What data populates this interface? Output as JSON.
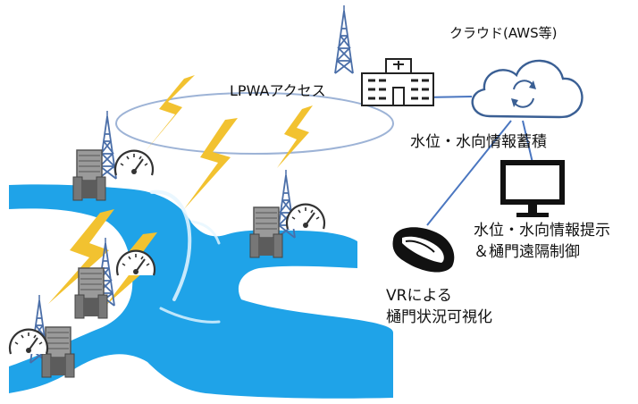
{
  "labels": {
    "lpwa": "LPWAアクセス",
    "cloud": "クラウド(AWS等)",
    "storage": "水位・水向情報蓄積",
    "presentation_line1": "水位・水向情報提示",
    "presentation_line2": "＆樋門遠隔制御",
    "vr_line1": "VRによる",
    "vr_line2": "樋門状況可視化"
  },
  "colors": {
    "river": "#1FA3E8",
    "river_highlight": "#E6F6FF",
    "lightning": "#F2C230",
    "tower": "#4A6EA8",
    "link_line": "#4A76C0",
    "ellipse": "#9DB3D6",
    "cloud_stroke": "#3A5F94",
    "monitor": "#111111",
    "gauge": "#333333",
    "gate": "#6A6A6A"
  },
  "icons": {
    "towers": "radio-tower-icon",
    "building": "office-building-icon",
    "cloud": "cloud-sync-icon",
    "monitor": "monitor-icon",
    "vr": "vr-headset-icon",
    "gauge": "water-level-gauge-icon",
    "gate": "sluice-gate-icon",
    "lightning": "lightning-bolt-icon"
  }
}
